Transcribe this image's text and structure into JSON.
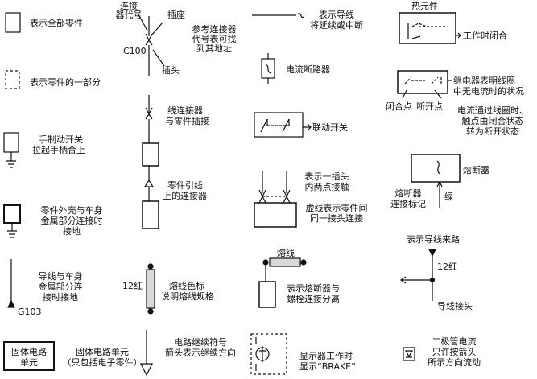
{
  "all_parts": "表示全部零件",
  "part_of_part": "表示零件的一部分",
  "manual_switch": [
    "手制动开关",
    "拉起手柄合上"
  ],
  "case_ground": [
    "零件外壳与车身",
    "金属部分连接时",
    "接地"
  ],
  "wire_ground": [
    "导线与车身",
    "金属部分连",
    "接时接地"
  ],
  "ground_code": "G103",
  "solid_state_box": [
    "固体电路",
    "单元"
  ],
  "solid_state_desc": [
    "固体电路单元",
    "（只包括电子零件）"
  ],
  "connector_code": [
    "连接",
    "器代号"
  ],
  "socket": "插座",
  "ref_connector": [
    "参考连接器",
    "代号表可找",
    "到其地址"
  ],
  "c100": "C100",
  "plug": "插头",
  "wire_connector": [
    "线连接器",
    "与零件插接"
  ],
  "lead_connector": [
    "零件引线",
    "上的连接器"
  ],
  "fuse_wire_label": "12红",
  "fuse_wire_desc": [
    "熔线色标",
    "说明熔线规格"
  ],
  "continue_symbol": [
    "电路继续符号",
    "箭头表示继续方向"
  ],
  "wire_continues": [
    "表示导线",
    "将延续或中断"
  ],
  "circuit_breaker": "电流断路器",
  "linked_switch": "联动开关",
  "plug_two_points": [
    "表示一插头",
    "内两点接触"
  ],
  "same_connector": [
    "虚线表示零件间",
    "同一接头连接"
  ],
  "fusible_link": "熔线",
  "fuse_bolt": [
    "表示熔断器与",
    "螺栓连接分离"
  ],
  "display_desc": [
    "显示器工作时",
    "显示“BRAKE”"
  ],
  "thermal_element": "热元件",
  "closed_when_working": "工作时闭合",
  "relay_desc": [
    "继电器表明线圈",
    "中无电流时的状况"
  ],
  "closed_point": "闭合点",
  "open_point": "断开点",
  "relay_current": [
    "电流通过线圈时、",
    "触点由闭合状态",
    "转为断开状态"
  ],
  "fuse": "熔断器",
  "fuse_mark": [
    "熔断器",
    "连接标记"
  ],
  "green": "绿",
  "wire_source": "表示导线来路",
  "red12": "12红",
  "wire_junction": "导线接头",
  "diode_desc": [
    "二极管电流",
    "只许按箭头",
    "所示方向流动"
  ]
}
